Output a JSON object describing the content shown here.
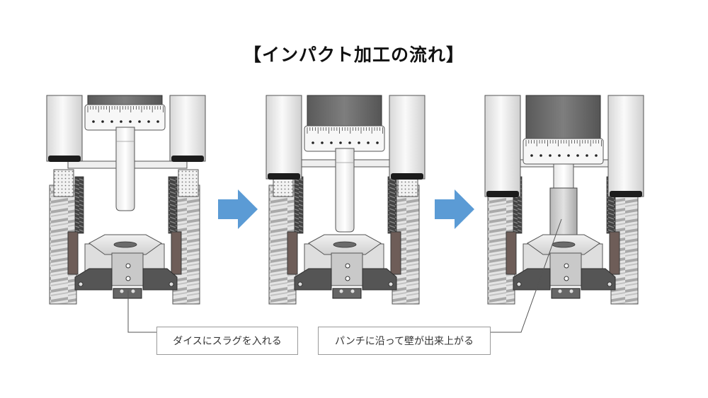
{
  "title": "【インパクト加工の流れ】",
  "stages": [
    "die-loaded",
    "punch-approaching",
    "wall-formed"
  ],
  "callouts": {
    "first": "ダイスにスラグを入れる",
    "second": "パンチに沿って壁が出来上がる"
  },
  "colors": {
    "arrow": "#5b9bd5",
    "column": "#eeeeee",
    "ram": "#6f6f6f",
    "outline": "#555555"
  }
}
